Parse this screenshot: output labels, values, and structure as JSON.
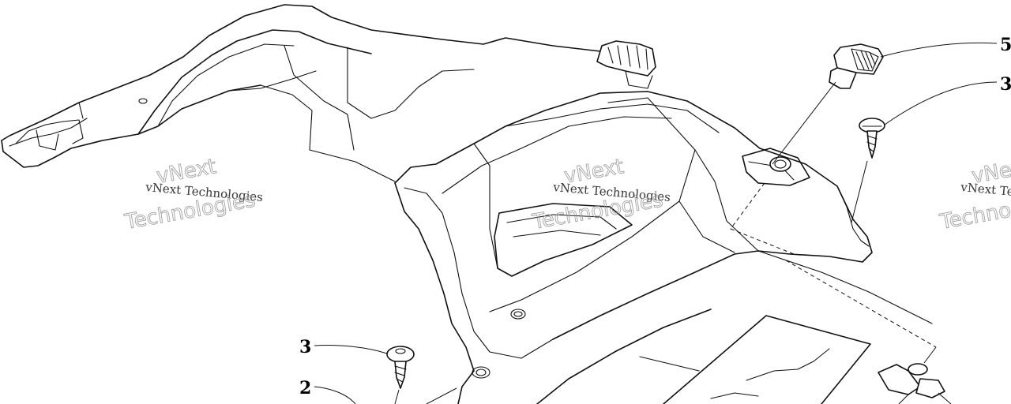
{
  "callouts": [
    {
      "id": "c5",
      "label": "5"
    },
    {
      "id": "c3a",
      "label": "3"
    },
    {
      "id": "c3b",
      "label": "3"
    },
    {
      "id": "c2",
      "label": "2"
    }
  ],
  "watermark": {
    "line": "vNext Technologies",
    "ghost_top": "vNext",
    "ghost_bottom": "Technologies"
  }
}
